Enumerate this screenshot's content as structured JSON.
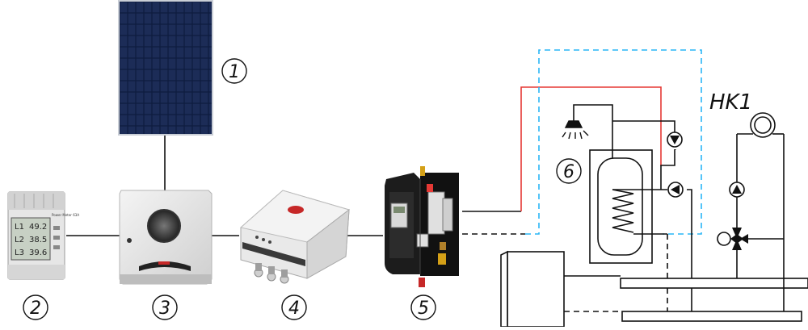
{
  "labels": {
    "n1": "1",
    "n2": "2",
    "n3": "3",
    "n4": "4",
    "n5": "5",
    "n6": "6",
    "hk1": "HK1"
  },
  "meter": {
    "display_rows": [
      {
        "phase": "L1",
        "value": "49.2"
      },
      {
        "phase": "L2",
        "value": "38.5"
      },
      {
        "phase": "L3",
        "value": "39.6"
      }
    ],
    "brand_text": "Power Meter 63A"
  },
  "colors": {
    "line": "#111111",
    "hot_pipe": "#e53935",
    "signal_dashed": "#29b6f6",
    "panel": "#1b2a52",
    "brand_red": "#c62828"
  }
}
